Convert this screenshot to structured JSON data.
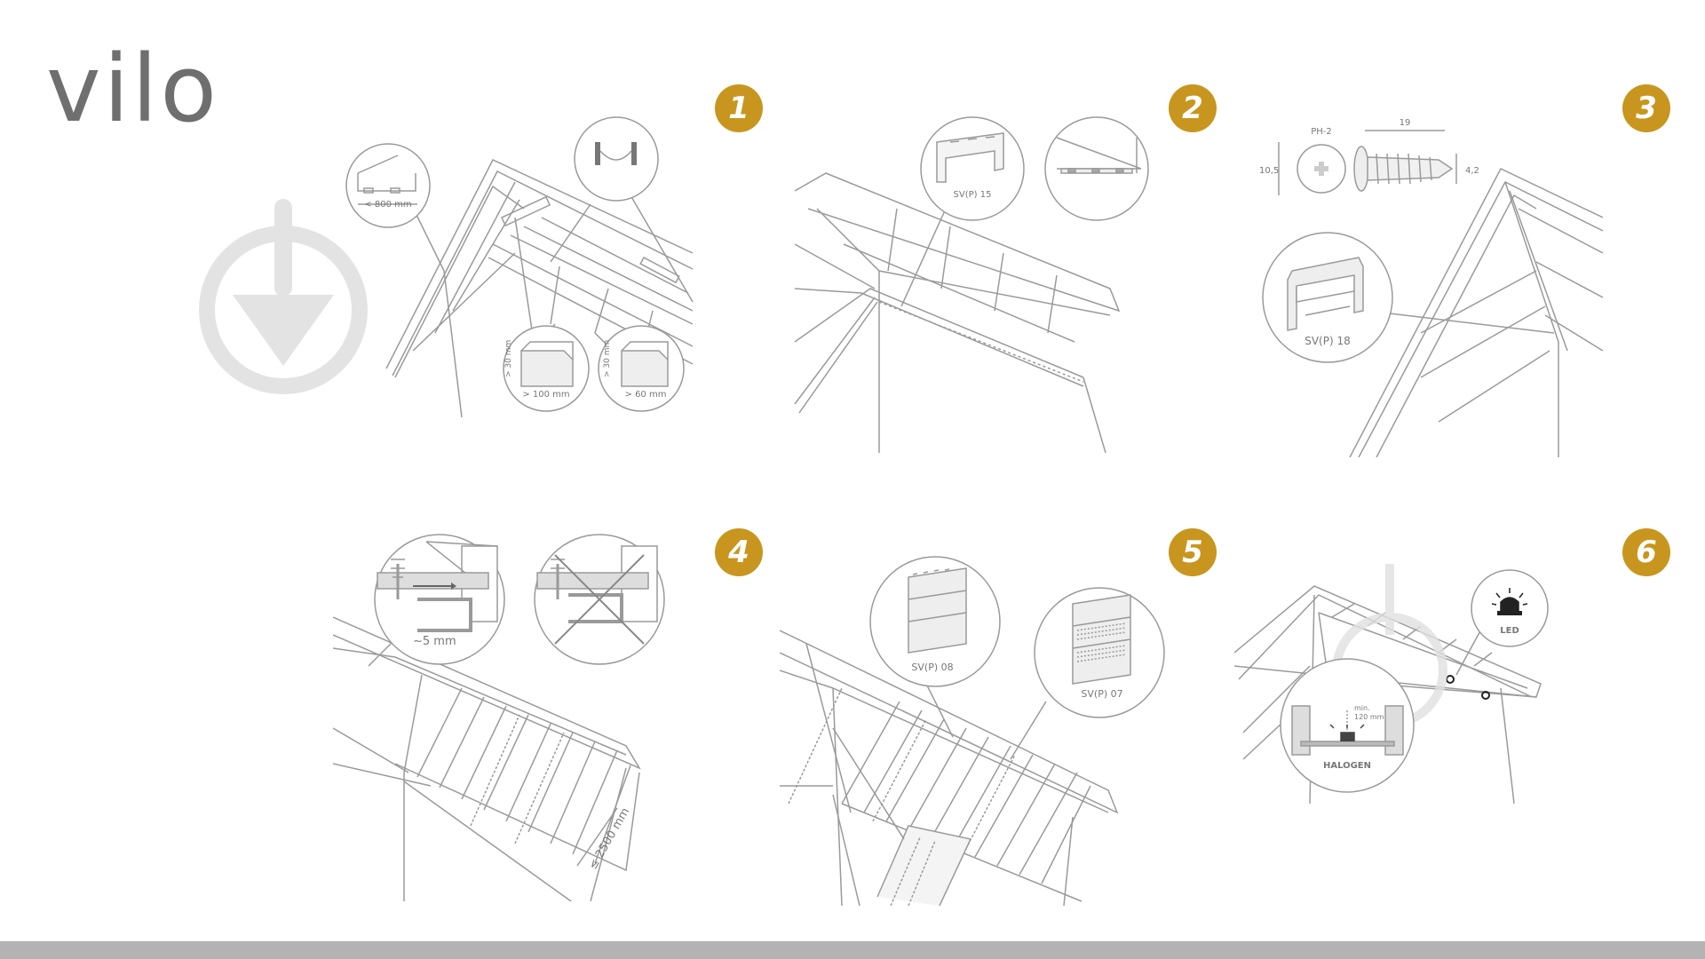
{
  "brand": {
    "name": "vilo",
    "color": "#6f6f6f"
  },
  "accent_color": "#c8961e",
  "watermark": {
    "icon": "download-arrow-icon",
    "color": "#e3e3e3"
  },
  "steps": [
    {
      "number": "1",
      "labels": [
        "< 800 mm",
        "> 30 mm",
        "> 100 mm",
        "> 30 mm",
        "> 60 mm"
      ]
    },
    {
      "number": "2",
      "labels": [
        "SV(P) 15"
      ]
    },
    {
      "number": "3",
      "labels": [
        "PH-2",
        "19",
        "10,5",
        "4,2",
        "SV(P) 18"
      ]
    },
    {
      "number": "4",
      "labels": [
        "~5 mm",
        "≤ 2500 mm"
      ]
    },
    {
      "number": "5",
      "labels": [
        "SV(P) 08",
        "SV(P) 07"
      ]
    },
    {
      "number": "6",
      "labels": [
        "LED",
        "min.",
        "120 mm",
        "HALOGEN"
      ]
    }
  ]
}
